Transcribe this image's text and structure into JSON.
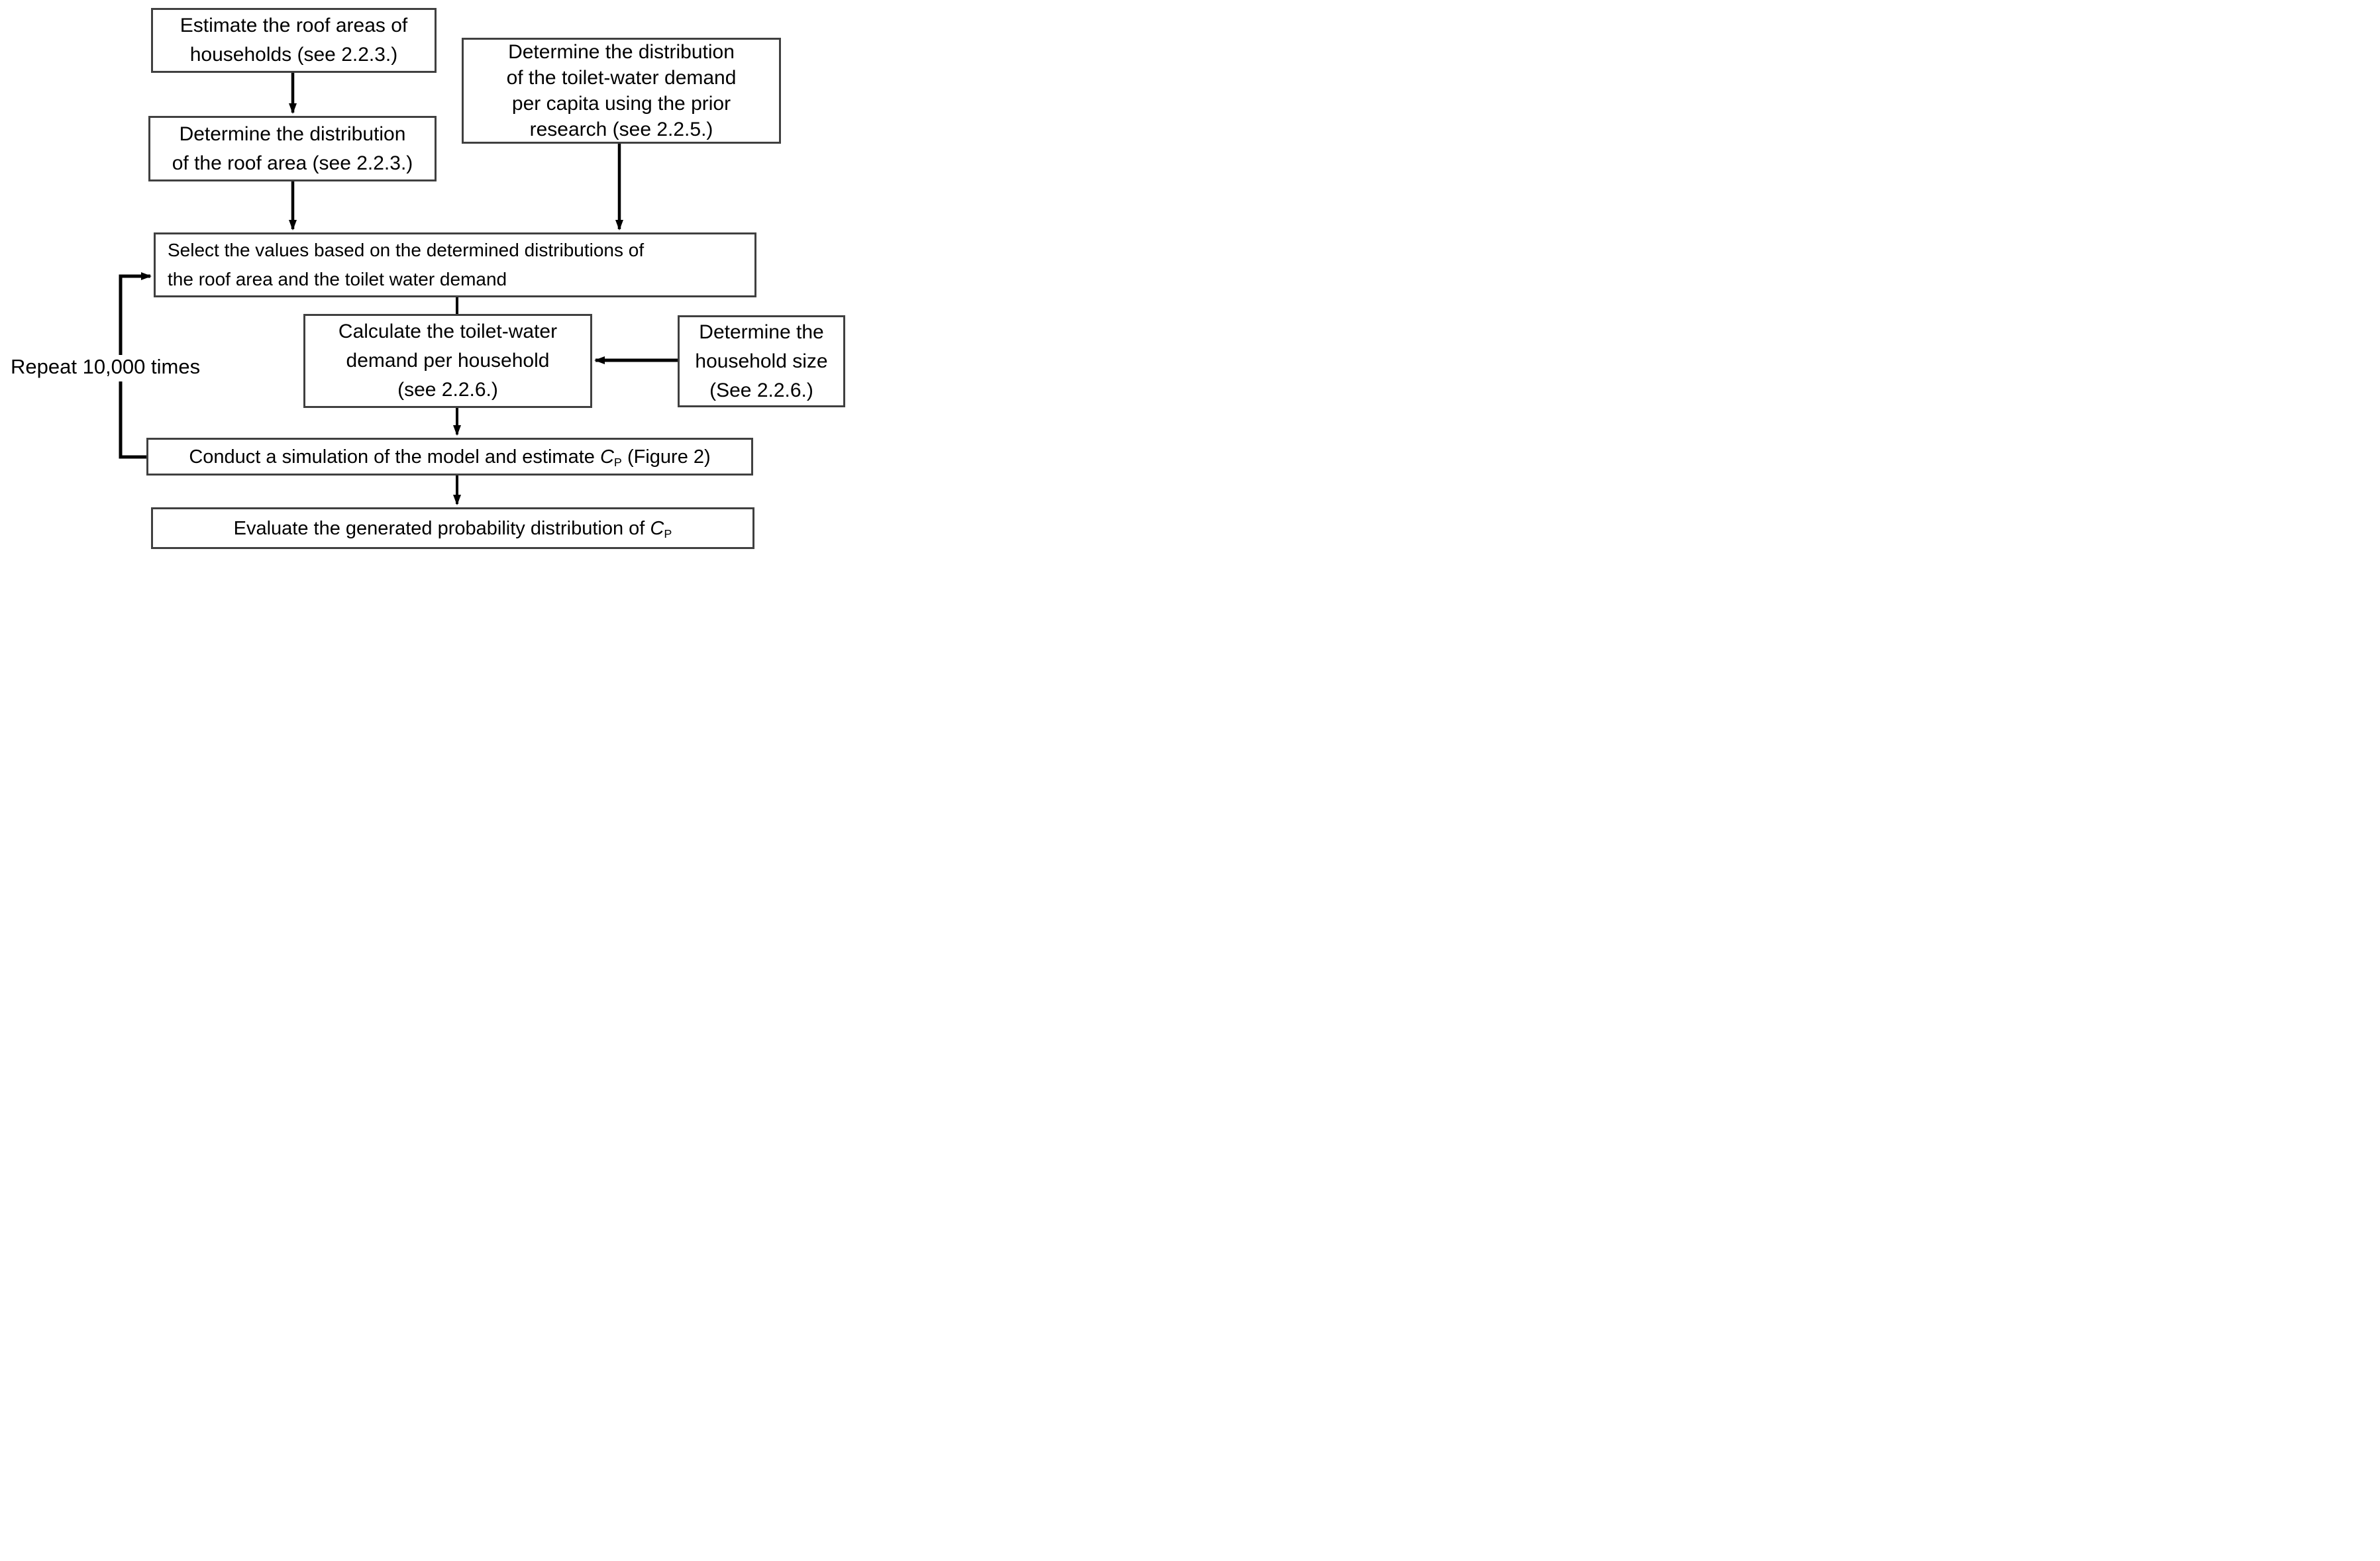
{
  "figure": {
    "type": "flowchart",
    "boxes": {
      "estimate_roof": "Estimate the roof areas of\nhouseholds (see 2.2.3.)",
      "toilet_demand_distribution": "Determine the distribution\nof the toilet-water demand\nper capita using the prior\nresearch (see 2.2.5.)",
      "roof_area_distribution": "Determine the distribution\nof the roof area (see 2.2.3.)",
      "select_values": "Select the values based on the determined distributions of\nthe roof area and the toilet water demand",
      "calculate_demand": "Calculate the toilet-water\ndemand per household\n(see 2.2.6.)",
      "household_size": "Determine the\nhousehold size\n(See 2.2.6.)",
      "conduct": {
        "prefix": "Conduct a simulation of the model and estimate ",
        "symbol": "C",
        "subscript": "P",
        "suffix": " (Figure 2)"
      },
      "evaluate": {
        "prefix": "Evaluate the generated probability distribution of ",
        "symbol": "C",
        "subscript": "P"
      }
    },
    "loop_label": "Repeat 10,000 times",
    "colors": {
      "box_border": "#404040",
      "arrow": "#000000",
      "background": "#ffffff",
      "text": "#000000"
    }
  }
}
